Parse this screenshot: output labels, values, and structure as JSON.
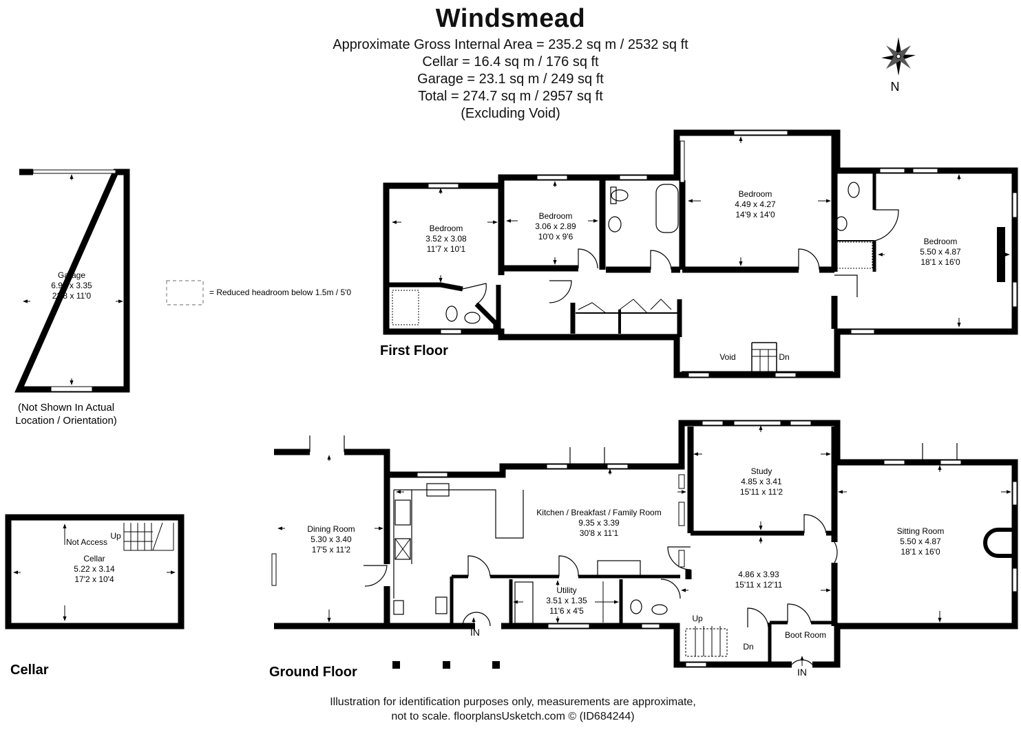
{
  "header": {
    "title": "Windsmead",
    "area_lines": [
      "Approximate Gross Internal Area = 235.2 sq m / 2532 sq ft",
      "Cellar = 16.4 sq m / 176 sq ft",
      "Garage = 23.1 sq m / 249 sq ft",
      "Total = 274.7 sq m / 2957 sq ft",
      "(Excluding Void)"
    ]
  },
  "compass": {
    "label": "N"
  },
  "legend": {
    "text": "= Reduced headroom below 1.5m / 5'0"
  },
  "garage": {
    "name": "Garage",
    "metric": "6.91 x 3.35",
    "imperial": "22'8 x 11'0",
    "note_line1": "(Not Shown In Actual",
    "note_line2": "Location / Orientation)"
  },
  "cellar": {
    "floor_label": "Cellar",
    "name": "Cellar",
    "metric": "5.22 x 3.14",
    "imperial": "17'2 x 10'4",
    "not_access": "Not Access",
    "up": "Up"
  },
  "first_floor": {
    "label": "First Floor",
    "rooms": [
      {
        "name": "Bedroom",
        "metric": "3.52 x 3.08",
        "imperial": "11'7 x 10'1"
      },
      {
        "name": "Bedroom",
        "metric": "3.06 x 2.89",
        "imperial": "10'0 x 9'6"
      },
      {
        "name": "Bedroom",
        "metric": "4.49 x 4.27",
        "imperial": "14'9 x 14'0"
      },
      {
        "name": "Bedroom",
        "metric": "5.50 x 4.87",
        "imperial": "18'1 x 16'0"
      }
    ],
    "void": "Void",
    "dn": "Dn"
  },
  "ground_floor": {
    "label": "Ground Floor",
    "dining": {
      "name": "Dining Room",
      "metric": "5.30 x 3.40",
      "imperial": "17'5 x 11'2"
    },
    "kitchen": {
      "name": "Kitchen / Breakfast / Family Room",
      "metric": "9.35 x 3.39",
      "imperial": "30'8 x 11'1"
    },
    "study": {
      "name": "Study",
      "metric": "4.85 x 3.41",
      "imperial": "15'11 x 11'2"
    },
    "sitting": {
      "name": "Sitting Room",
      "metric": "5.50 x 4.87",
      "imperial": "18'1 x 16'0"
    },
    "hall": {
      "metric": "4.86 x 3.93",
      "imperial": "15'11 x 12'11"
    },
    "utility": {
      "name": "Utility",
      "metric": "3.51 x 1.35",
      "imperial": "11'6 x 4'5"
    },
    "boot_room": "Boot Room",
    "in_label": "IN",
    "up": "Up",
    "dn": "Dn"
  },
  "footer": {
    "line1": "Illustration for identification purposes only, measurements are approximate,",
    "line2": "not to scale. floorplansUsketch.com © (ID684244)"
  }
}
